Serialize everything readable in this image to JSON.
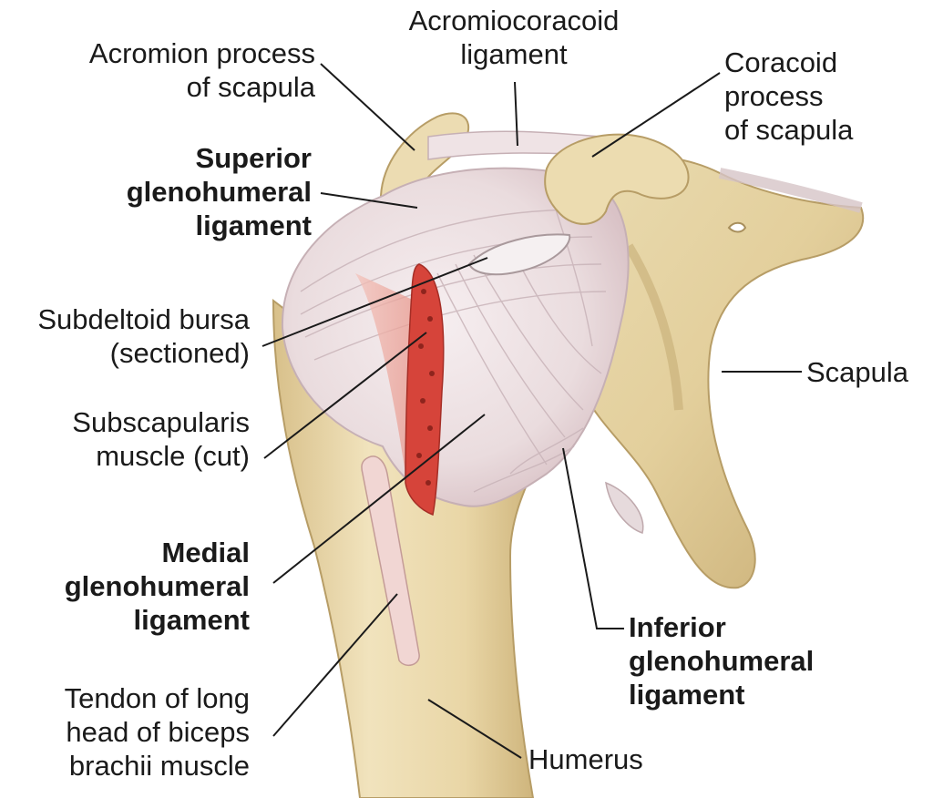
{
  "labels": {
    "acromion": [
      "Acromion process",
      "of scapula"
    ],
    "acromiocoracoid": [
      "Acromiocoracoid",
      "ligament"
    ],
    "coracoid": [
      "Coracoid",
      "process",
      "of scapula"
    ],
    "superior_gh": [
      "Superior",
      "glenohumeral",
      "ligament"
    ],
    "subdeltoid": [
      "Subdeltoid bursa",
      "(sectioned)"
    ],
    "scapula": [
      "Scapula"
    ],
    "subscapularis": [
      "Subscapularis",
      "muscle (cut)"
    ],
    "medial_gh": [
      "Medial",
      "glenohumeral",
      "ligament"
    ],
    "inferior_gh": [
      "Inferior",
      "glenohumeral",
      "ligament"
    ],
    "biceps_tendon": [
      "Tendon of long",
      "head of biceps",
      "brachii muscle"
    ],
    "humerus": [
      "Humerus"
    ]
  },
  "colors": {
    "bone": "#e8d6a8",
    "bone_shade": "#c9b47e",
    "ligament": "#ede0e2",
    "ligament_line": "#c8b3b8",
    "muscle": "#d9453a",
    "muscle_light": "#ec9c92",
    "leader": "#1a1a1a"
  }
}
